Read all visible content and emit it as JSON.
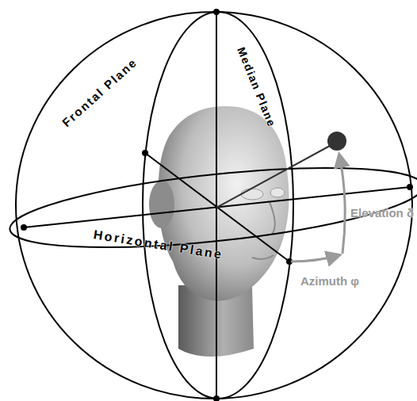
{
  "diagram": {
    "labels": [
      "Frontal Plane",
      "Median Plane",
      "Horizontal Plane",
      "Elevation δ",
      "Azimuth φ"
    ]
  }
}
